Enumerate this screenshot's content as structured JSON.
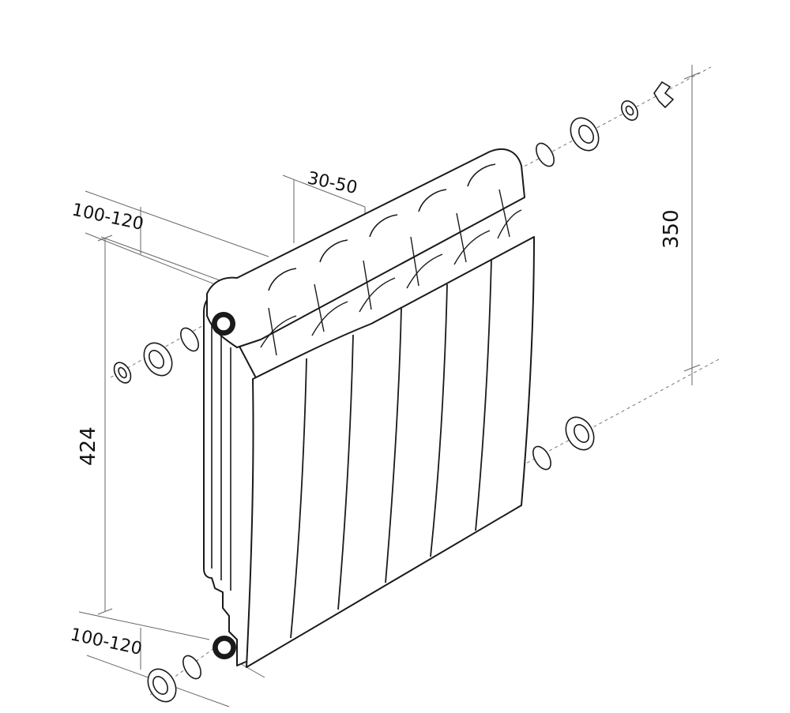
{
  "dimensions": {
    "top_depth": "100-120",
    "bottom_depth": "100-120",
    "wall_gap": "30-50",
    "total_height": "424",
    "axis_distance": "350"
  },
  "colors": {
    "line": "#1a1a1a",
    "guide": "#777777",
    "background": "#ffffff"
  }
}
